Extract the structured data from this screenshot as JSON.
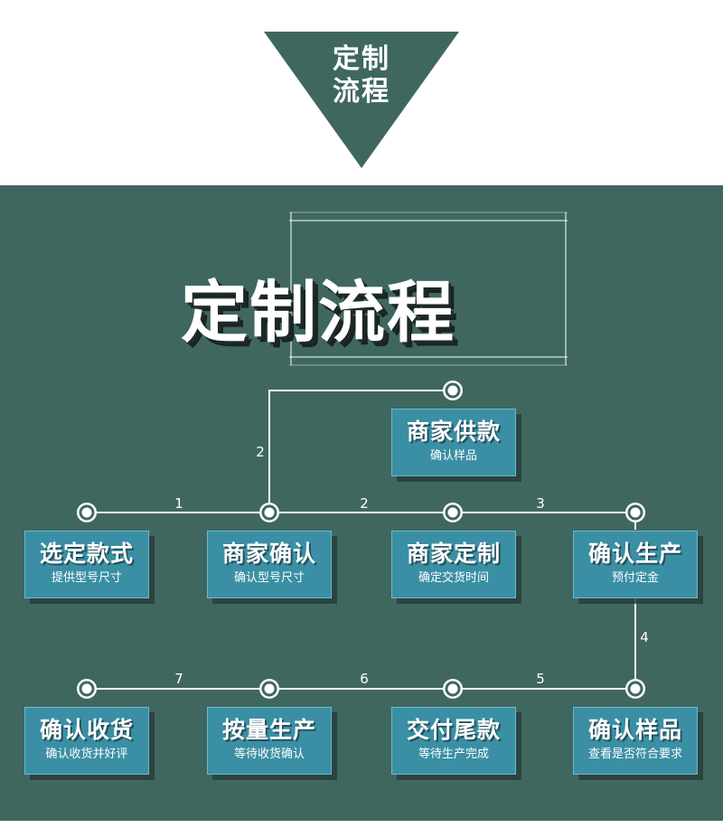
{
  "header": {
    "title_line1": "定制",
    "title_line2": "流程"
  },
  "main_title": "定制流程",
  "colors": {
    "panel": "#3f6760",
    "card": "#3a8fa4",
    "line": "#ffffff"
  },
  "steps": [
    {
      "title": "商家供款",
      "subtitle": "确认样品"
    },
    {
      "title": "选定款式",
      "subtitle": "提供型号尺寸"
    },
    {
      "title": "商家确认",
      "subtitle": "确认型号尺寸"
    },
    {
      "title": "商家定制",
      "subtitle": "确定交货时间"
    },
    {
      "title": "确认生产",
      "subtitle": "预付定金"
    },
    {
      "title": "确认收货",
      "subtitle": "确认收货并好评"
    },
    {
      "title": "按量生产",
      "subtitle": "等待收货确认"
    },
    {
      "title": "交付尾款",
      "subtitle": "等待生产完成"
    },
    {
      "title": "确认样品",
      "subtitle": "查看是否符合要求"
    }
  ],
  "connector_labels": [
    "1",
    "2",
    "2",
    "3",
    "4",
    "5",
    "6",
    "7"
  ]
}
